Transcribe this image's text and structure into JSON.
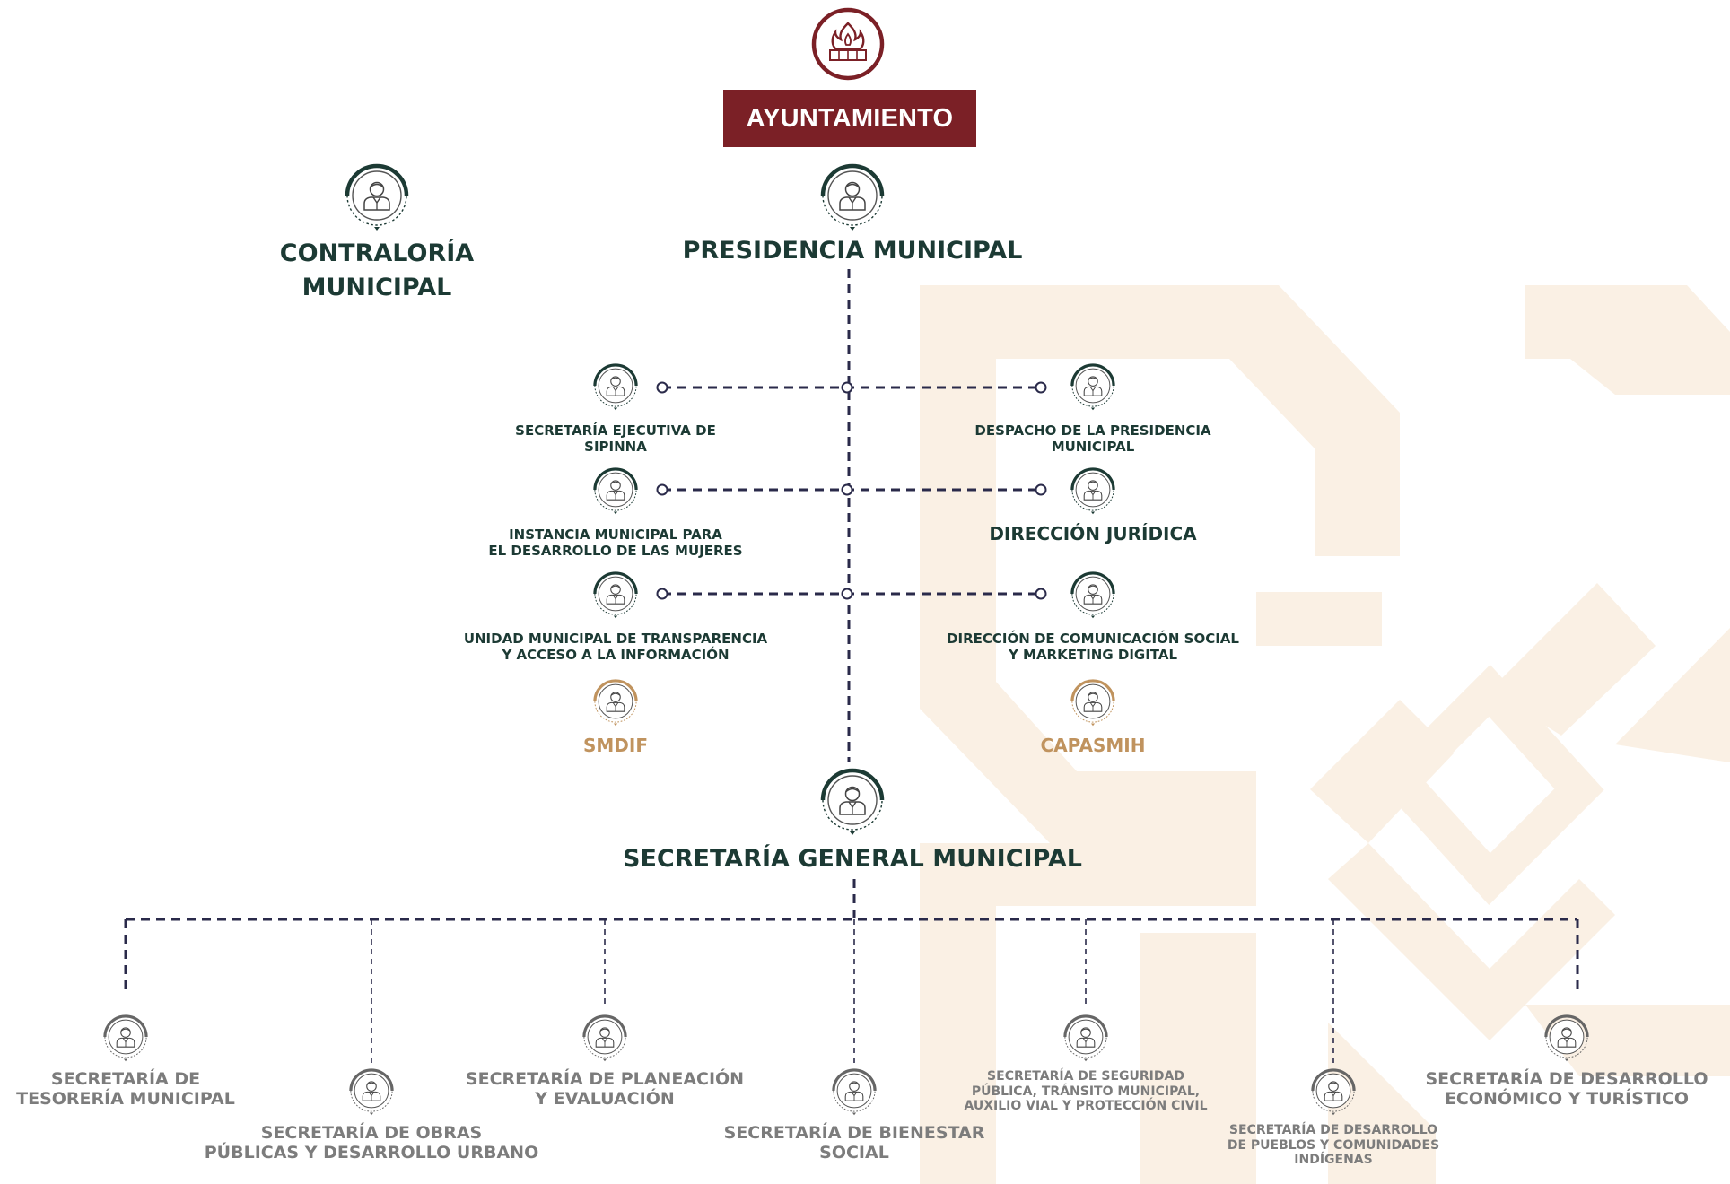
{
  "header": {
    "logo_icon": "ayuntamiento-emblem-icon",
    "title": "AYUNTAMIENTO"
  },
  "nodes": {
    "contraloria": "CONTRALORÍA\nMUNICIPAL",
    "presidencia": "PRESIDENCIA MUNICIPAL",
    "sipinna": "SECRETARÍA EJECUTIVA DE\nSIPINNA",
    "despacho": "DESPACHO DE LA PRESIDENCIA\nMUNICIPAL",
    "mujeres": "INSTANCIA MUNICIPAL PARA\nEL DESARROLLO DE LAS MUJERES",
    "juridica": "DIRECCIÓN JURÍDICA",
    "transparencia": "UNIDAD MUNICIPAL DE TRANSPARENCIA\nY ACCESO A LA INFORMACIÓN",
    "comunicacion": "DIRECCIÓN DE COMUNICACIÓN SOCIAL\nY MARKETING DIGITAL",
    "smdif": "SMDIF",
    "capasmih": "CAPASMIH",
    "secgeneral": "SECRETARÍA GENERAL MUNICIPAL",
    "tesoreria": "SECRETARÍA DE\nTESORERÍA MUNICIPAL",
    "obras": "SECRETARÍA DE OBRAS\nPÚBLICAS Y DESARROLLO URBANO",
    "planeacion": "SECRETARÍA DE PLANEACIÓN\nY EVALUACIÓN",
    "bienestar": "SECRETARÍA DE BIENESTAR\nSOCIAL",
    "seguridad": "SECRETARÍA DE SEGURIDAD\nPÚBLICA, TRÁNSITO MUNICIPAL,\nAUXILIO VIAL Y PROTECCIÓN CIVIL",
    "pueblos": "SECRETARÍA DE DESARROLLO\nDE PUEBLOS Y COMUNIDADES\nINDÍGENAS",
    "economico": "SECRETARÍA DE DESARROLLO\nECONÓMICO Y TURÍSTICO"
  },
  "icons": {
    "person": "person-icon"
  },
  "colors": {
    "primary": "#7b2026",
    "dark_text": "#1c3a34",
    "gray_text": "#7c7c7c",
    "gold_text": "#c0935e",
    "connector": "#2a2a4a",
    "background_pattern": "#faf0e4"
  }
}
